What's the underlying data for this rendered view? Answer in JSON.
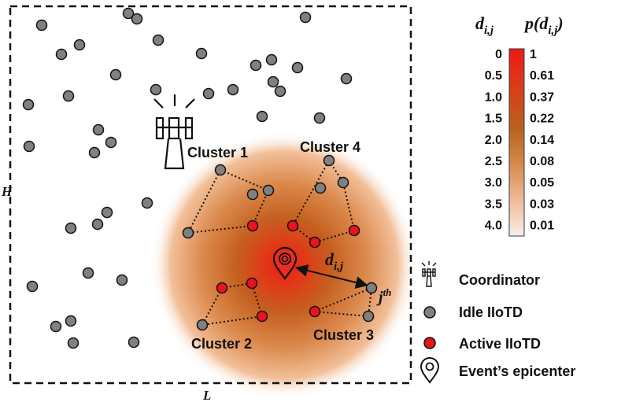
{
  "field": {
    "width_label": "L",
    "height_label": "H"
  },
  "clusters": [
    {
      "label": "Cluster 1"
    },
    {
      "label": "Cluster 2"
    },
    {
      "label": "Cluster 3"
    },
    {
      "label": "Cluster 4"
    }
  ],
  "distance": {
    "label_main": "d",
    "label_sub": "i,j",
    "node_label_main": "j",
    "node_label_sup": "th"
  },
  "scale": {
    "header_d_main": "d",
    "header_d_sub": "i,j",
    "header_p": "p(d",
    "header_p_sub": "i,j",
    "header_p_close": ")",
    "d_values": [
      "0",
      "0.5",
      "1.0",
      "1.5",
      "2.0",
      "2.5",
      "3.0",
      "3.5",
      "4.0"
    ],
    "p_values": [
      "1",
      "0.61",
      "0.37",
      "0.22",
      "0.14",
      "0.08",
      "0.05",
      "0.03",
      "0.01"
    ]
  },
  "legend": [
    {
      "icon": "coordinator-tower-icon",
      "label": "Coordinator"
    },
    {
      "icon": "idle-node-icon",
      "label": "Idle IIoTD"
    },
    {
      "icon": "active-node-icon",
      "label": "Active IIoTD"
    },
    {
      "icon": "epicenter-pin-icon",
      "label": "Event’s epicenter"
    }
  ],
  "colors": {
    "idle_node": "#808080",
    "active_node": "#e8131b",
    "epicenter_core": "#e81a10",
    "gradient_mid": "#c86a28",
    "gradient_outer": "#f0b890"
  }
}
